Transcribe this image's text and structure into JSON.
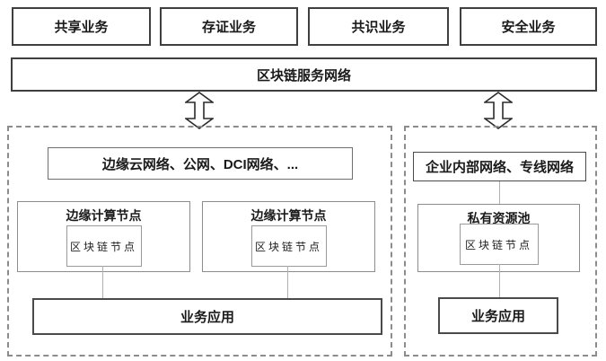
{
  "top_services": [
    {
      "label": "共享业务"
    },
    {
      "label": "存证业务"
    },
    {
      "label": "共识业务"
    },
    {
      "label": "安全业务"
    }
  ],
  "bsn_label": "区块链服务网络",
  "left_zone": {
    "network_label": "边缘云网络、公网、DCI网络、...",
    "edge_nodes": [
      {
        "title": "边缘计算节点",
        "inner_label": "区块链节点"
      },
      {
        "title": "边缘计算节点",
        "inner_label": "区块链节点"
      }
    ],
    "app_label": "业务应用"
  },
  "right_zone": {
    "network_label": "企业内部网络、专线网络",
    "pool": {
      "title": "私有资源池",
      "inner_label": "区块链节点"
    },
    "app_label": "业务应用"
  },
  "icons": {
    "up_down_arrow": "double-headed-vertical-arrow"
  },
  "colors": {
    "box_border_dark": "#3f3f3f",
    "box_border_gray": "#8c8c8c",
    "dashed_border": "#8c8c8c",
    "connector_line": "#b0b0b0",
    "text": "#1a1a1a",
    "background": "#ffffff"
  }
}
